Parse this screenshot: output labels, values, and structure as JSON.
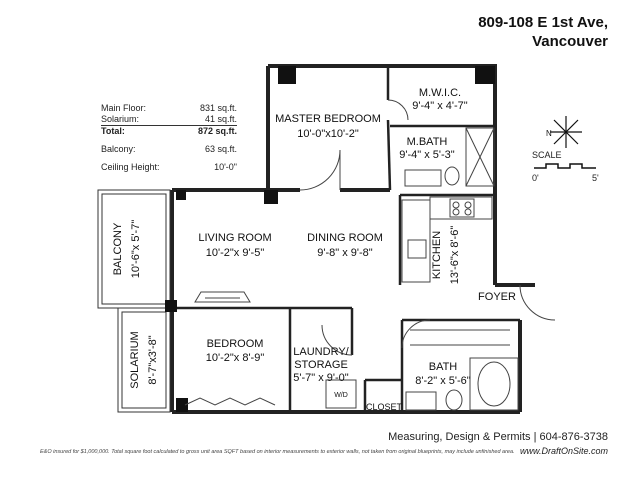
{
  "address": {
    "line1": "809-108 E 1st Ave,",
    "line2": "Vancouver"
  },
  "stats": [
    {
      "label": "Main Floor:",
      "value": "831 sq.ft."
    },
    {
      "label": "Solarium:",
      "value": "41 sq.ft."
    },
    {
      "label": "Total:",
      "value": "872 sq.ft."
    },
    {
      "label": "Balcony:",
      "value": "63 sq.ft."
    },
    {
      "label": "Ceiling Height:",
      "value": "10'-0\""
    }
  ],
  "rooms": {
    "master_bedroom": {
      "name": "MASTER BEDROOM",
      "dims": "10'-0\"x10'-2\""
    },
    "mwic": {
      "name": "M.W.I.C.",
      "dims": "9'-4\" x 4'-7\""
    },
    "mbath": {
      "name": "M.BATH",
      "dims": "9'-4\" x 5'-3\""
    },
    "living_room": {
      "name": "LIVING ROOM",
      "dims": "10'-2\"x 9'-5\""
    },
    "dining_room": {
      "name": "DINING ROOM",
      "dims": "9'-8\" x 9'-8\""
    },
    "kitchen": {
      "name": "KITCHEN",
      "dims": "13'-6\"x 8'-6\""
    },
    "foyer": {
      "name": "FOYER"
    },
    "balcony": {
      "name": "BALCONY",
      "dims": "10'-6\"x 5'-7\""
    },
    "solarium": {
      "name": "SOLARIUM",
      "dims": "8'-7\"x3'-8\""
    },
    "bedroom": {
      "name": "BEDROOM",
      "dims": "10'-2\"x 8'-9\""
    },
    "laundry": {
      "name1": "LAUNDRY/",
      "name2": "STORAGE",
      "dims": "5'-7\" x 9'-0\""
    },
    "closet": {
      "name": "CLOSET"
    },
    "bath": {
      "name": "BATH",
      "dims": "8'-2\" x 5'-6\""
    },
    "wd": "W/D"
  },
  "compass": {
    "north": "N"
  },
  "scale": {
    "title": "SCALE",
    "start": "0'",
    "end": "5'"
  },
  "footer": {
    "credit": "Measuring, Design & Permits | 604-876-3738",
    "website": "www.DraftOnSite.com",
    "disclaimer": "E&O insured for $1,000,000.  Total square foot calculated to gross unit area SQFT based on interior measurements to exterior walls, not taken from original blueprints, may include unfinished area."
  }
}
